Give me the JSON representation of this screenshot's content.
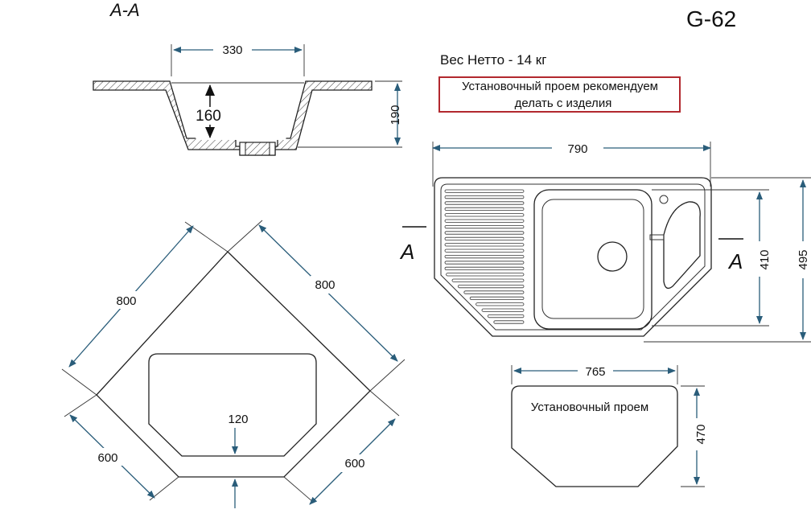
{
  "section_label": "А-А",
  "model": "G-62",
  "weight": "Вес Нетто - 14 кг",
  "note_line1": "Установочный проем рекомендуем",
  "note_line2": "делать с изделия",
  "note_border_color": "#b2282e",
  "dimension_color": "#2a5d7a",
  "section_view": {
    "width_top": "330",
    "depth": "160",
    "height": "190"
  },
  "top_view": {
    "side_left": "800",
    "side_right": "800",
    "cut_left": "600",
    "cut_right": "600",
    "inner_offset": "120"
  },
  "front_view": {
    "width": "790",
    "height_inner": "410",
    "height_total": "495",
    "section_mark_left": "A",
    "section_mark_right": "A"
  },
  "cutout_view": {
    "width": "765",
    "height": "470",
    "label": "Установочный проем"
  }
}
